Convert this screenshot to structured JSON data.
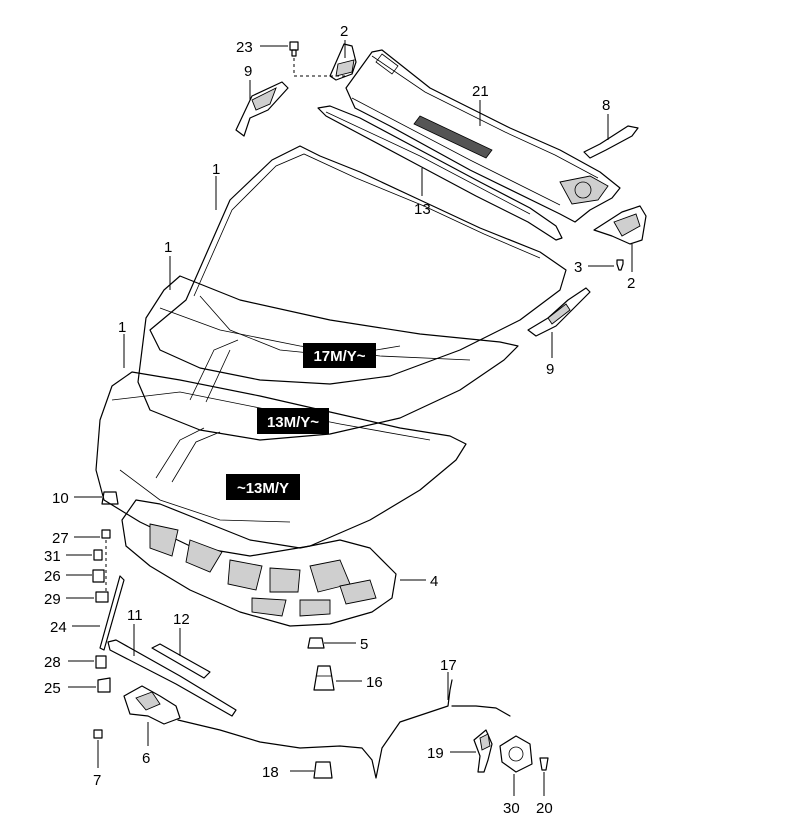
{
  "callouts": [
    {
      "id": "c23",
      "text": "23"
    },
    {
      "id": "c2a",
      "text": "2"
    },
    {
      "id": "c9a",
      "text": "9"
    },
    {
      "id": "c21",
      "text": "21"
    },
    {
      "id": "c8",
      "text": "8"
    },
    {
      "id": "c1a",
      "text": "1"
    },
    {
      "id": "c13",
      "text": "13"
    },
    {
      "id": "c1b",
      "text": "1"
    },
    {
      "id": "c3",
      "text": "3"
    },
    {
      "id": "c2b",
      "text": "2"
    },
    {
      "id": "c1c",
      "text": "1"
    },
    {
      "id": "c9b",
      "text": "9"
    },
    {
      "id": "c10",
      "text": "10"
    },
    {
      "id": "c27",
      "text": "27"
    },
    {
      "id": "c31",
      "text": "31"
    },
    {
      "id": "c26",
      "text": "26"
    },
    {
      "id": "c4",
      "text": "4"
    },
    {
      "id": "c29",
      "text": "29"
    },
    {
      "id": "c11",
      "text": "11"
    },
    {
      "id": "c12",
      "text": "12"
    },
    {
      "id": "c24",
      "text": "24"
    },
    {
      "id": "c5",
      "text": "5"
    },
    {
      "id": "c28",
      "text": "28"
    },
    {
      "id": "c17",
      "text": "17"
    },
    {
      "id": "c16",
      "text": "16"
    },
    {
      "id": "c25",
      "text": "25"
    },
    {
      "id": "c6",
      "text": "6"
    },
    {
      "id": "c19",
      "text": "19"
    },
    {
      "id": "c7",
      "text": "7"
    },
    {
      "id": "c18",
      "text": "18"
    },
    {
      "id": "c30",
      "text": "30"
    },
    {
      "id": "c20",
      "text": "20"
    }
  ],
  "badges": [
    {
      "id": "b17my",
      "text": "17M/Y~"
    },
    {
      "id": "b13my",
      "text": "13M/Y~"
    },
    {
      "id": "bto13my",
      "text": "~13M/Y"
    }
  ]
}
